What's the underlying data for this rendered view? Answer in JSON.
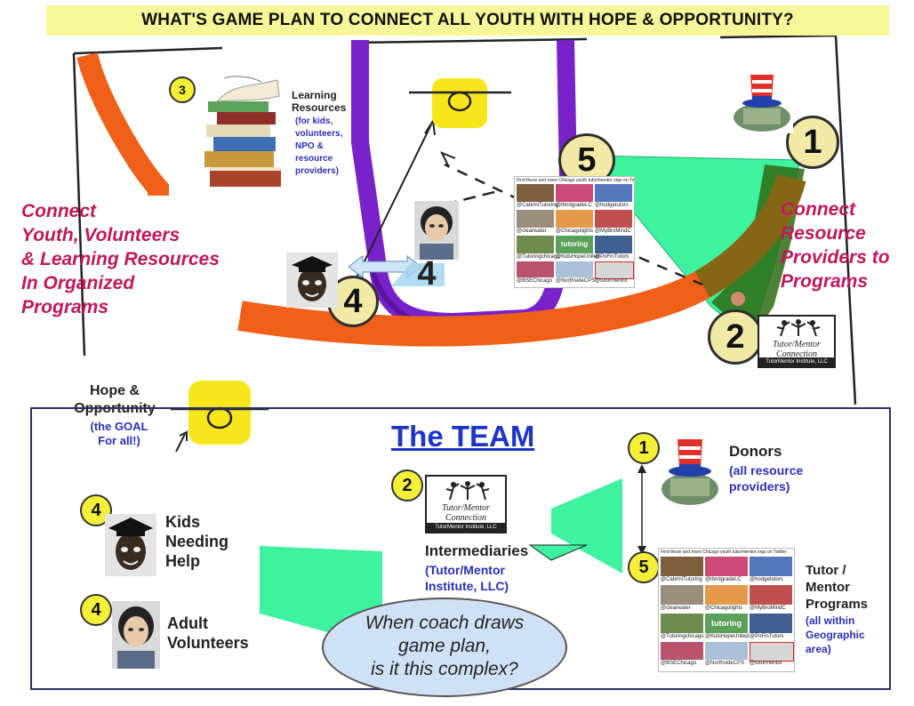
{
  "header": {
    "title": "WHAT'S GAME PLAN TO CONNECT ALL YOUTH WITH HOPE & OPPORTUNITY?"
  },
  "court": {
    "left_heading": [
      "Connect",
      "Youth, Volunteers",
      "& Learning Resources",
      "In Organized",
      "Programs"
    ],
    "right_heading": [
      "Connect",
      "Resource",
      "Providers to",
      "Programs"
    ],
    "learning_resources": {
      "badge": "3",
      "title": [
        "Learning",
        "Resources"
      ],
      "note": [
        "(for kids,",
        "volunteers,",
        "NPO &",
        "resource",
        "providers)"
      ]
    },
    "badges": {
      "donors": "1",
      "intermediary": "2",
      "kid": "4",
      "volunteer": "4",
      "programs": "5"
    },
    "hope": {
      "label": [
        "Hope &",
        "Opportunity"
      ],
      "note": [
        "(the GOAL",
        "For all!)"
      ]
    }
  },
  "team": {
    "title": "The TEAM",
    "donors": {
      "badge": "1",
      "label": "Donors",
      "note": [
        "(all resource",
        "providers)"
      ]
    },
    "intermediaries": {
      "badge": "2",
      "label": "Intermediaries",
      "note": [
        "(Tutor/Mentor",
        "Institute, LLC)"
      ]
    },
    "kids": {
      "badge": "4",
      "label": [
        "Kids",
        "Needing",
        "Help"
      ]
    },
    "volunteers": {
      "badge": "4",
      "label": [
        "Adult",
        "Volunteers"
      ]
    },
    "programs": {
      "badge": "5",
      "label": [
        "Tutor /",
        "Mentor",
        "Programs"
      ],
      "note": [
        "(all within",
        "Geographic",
        "area)"
      ]
    },
    "bubble": [
      "When coach draws",
      "game plan,",
      "is it this complex?"
    ]
  },
  "logo": {
    "name": [
      "Tutor/Mentor",
      "Connection"
    ],
    "institute": "TutorMentor Institute, LLC"
  },
  "collage": {
    "header": "Find these and more Chicago youth tutor/mentor orgs on Twitter",
    "tiles": [
      "@CabriniTutoring",
      "@thirdgradeLC",
      "@hodgetutors",
      "@clearwater",
      "@Chicagolights",
      "@MyBroMindC",
      "@Tutoringchicago",
      "@KidsHopeUnited",
      "@PoFinTutors",
      "@BSEChicago",
      "@NorthsideCPS",
      "@tutormentor"
    ],
    "tutoring_word": "tutoring"
  },
  "colors": {
    "purple_key": "#7a22c9",
    "orange_line": "#f06018",
    "green_zone": "#3ff2a0",
    "goal_yellow": "#f8e61c",
    "accent_magenta": "#c0185b",
    "team_blue": "#1e35c8"
  }
}
